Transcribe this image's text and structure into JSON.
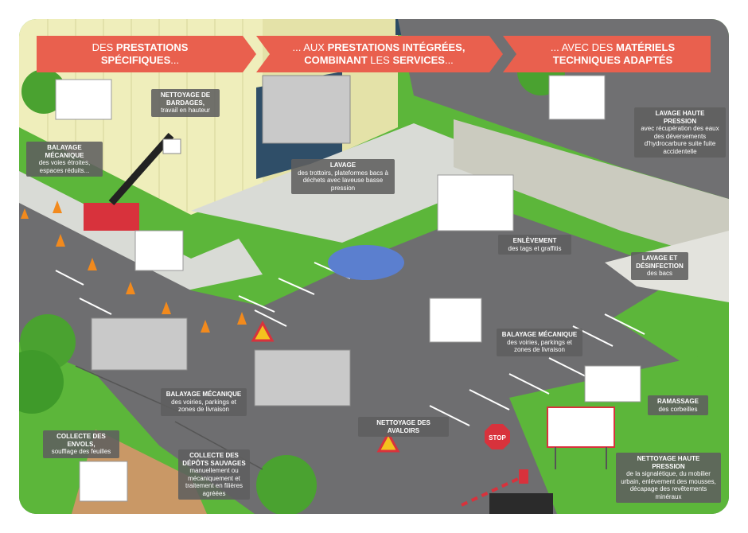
{
  "banners": [
    {
      "line1_pre": "DES ",
      "line1_bold": "PRESTATIONS",
      "line2_bold": "SPÉCIFIQUES",
      "line2_post": "..."
    },
    {
      "line1_pre": "... AUX ",
      "line1_bold": "PRESTATIONS INTÉGRÉES,",
      "line2_bold": "COMBINANT",
      "line2_mid": " LES ",
      "line2_bold2": "SERVICES",
      "line2_post": "..."
    },
    {
      "line1_pre": "... AVEC DES ",
      "line1_bold": "MATÉRIELS",
      "line2_bold": "TECHNIQUES ADAPTÉS"
    }
  ],
  "labels": {
    "bardages": {
      "title": "NETTOYAGE DE BARDAGES,",
      "sub": "travail en hauteur"
    },
    "balayage_voies": {
      "title": "BALAYAGE MÉCANIQUE",
      "sub": "des voies étroites, espaces réduits..."
    },
    "lavage_trottoirs": {
      "title": "LAVAGE",
      "sub": "des trottoirs, plateformes bacs à déchets avec laveuse basse pression"
    },
    "lavage_hp": {
      "title": "LAVAGE HAUTE PRESSION",
      "sub": "avec récupération des eaux des déversements d'hydrocarbure suite fuite accidentelle"
    },
    "enlevement_tags": {
      "title": "ENLÈVEMENT",
      "sub": "des tags et graffitis"
    },
    "lavage_bacs": {
      "title": "LAVAGE ET DÉSINFECTION",
      "sub": "des bacs"
    },
    "balayage_parkings_right": {
      "title": "BALAYAGE MÉCANIQUE",
      "sub": "des voiries, parkings et zones de livraison"
    },
    "balayage_parkings_left": {
      "title": "BALAYAGE MÉCANIQUE",
      "sub": "des voiries, parkings et zones de livraison"
    },
    "ramassage": {
      "title": "RAMASSAGE",
      "sub": "des corbeilles"
    },
    "avaloirs": {
      "title": "NETTOYAGE DES AVALOIRS",
      "sub": ""
    },
    "envols": {
      "title": "COLLECTE DES ENVOLS,",
      "sub": "soufflage des feuilles"
    },
    "depots": {
      "title": "COLLECTE DES DÉPÔTS SAUVAGES",
      "sub": "manuellement ou mécaniquement et traitement en filières agréées"
    },
    "nettoyage_hp": {
      "title": "NETTOYAGE HAUTE PRESSION",
      "sub": "de la signalétique, du mobilier urbain, enlèvement des mousses, décapage des revêtements minéraux"
    }
  },
  "signs": {
    "stop": "STOP"
  },
  "colors": {
    "banner": "#e9604e",
    "grass": "#5cb63a",
    "road": "#6e6e70",
    "sidewalk": "#d9dbd6",
    "building": "#efeebb",
    "label_bg": "#5f5f5f",
    "cone": "#f28a1d",
    "brand_red": "#d8323c"
  }
}
